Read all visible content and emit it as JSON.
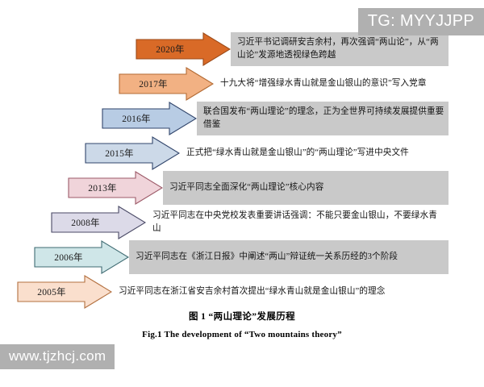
{
  "watermarks": {
    "top_right": "TG: MYYJJPP",
    "bottom_left": "www.tjzhcj.com"
  },
  "figure": {
    "caption_cn": "图 1   “两山理论”发展历程",
    "caption_en": "Fig.1   The development of “Two mountains theory”"
  },
  "timeline": {
    "rows": [
      {
        "year": "2020年",
        "text": "习近平书记调研安吉余村，再次强调“两山论”，从“两山论”发源地透视绿色跨越",
        "color": "#d96a27",
        "border": "#9c4a18",
        "banded": true
      },
      {
        "year": "2017年",
        "text": "十九大将“增强绿水青山就是金山银山的意识”写入党章",
        "color": "#f2b183",
        "border": "#b36b34",
        "banded": false
      },
      {
        "year": "2016年",
        "text": "联合国发布“两山理论”的理念，正为全世界可持续发展提供重要借鉴",
        "color": "#b8cce4",
        "border": "#31456b",
        "banded": true
      },
      {
        "year": "2015年",
        "text": "正式把“绿水青山就是金山银山”的“两山理论”写进中央文件",
        "color": "#ccd9e8",
        "border": "#31456b",
        "banded": false
      },
      {
        "year": "2013年",
        "text": "习近平同志全面深化“两山理论”核心内容",
        "color": "#f0d4da",
        "border": "#9c5a68",
        "banded": true
      },
      {
        "year": "2008年",
        "text": "习近平同志在中央党校发表重要讲话强调：不能只要金山银山，不要绿水青山",
        "color": "#dcdae8",
        "border": "#4a4a66",
        "banded": false
      },
      {
        "year": "2006年",
        "text": "习近平同志在《浙江日报》中阐述“两山”辩证统一关系历经的3个阶段",
        "color": "#cfe6e8",
        "border": "#3f6b72",
        "banded": true
      },
      {
        "year": "2005年",
        "text": "习近平同志在浙江省安吉余村首次提出“绿水青山就是金山银山”的理念",
        "color": "#fadfcd",
        "border": "#b3703f",
        "banded": false
      }
    ]
  }
}
